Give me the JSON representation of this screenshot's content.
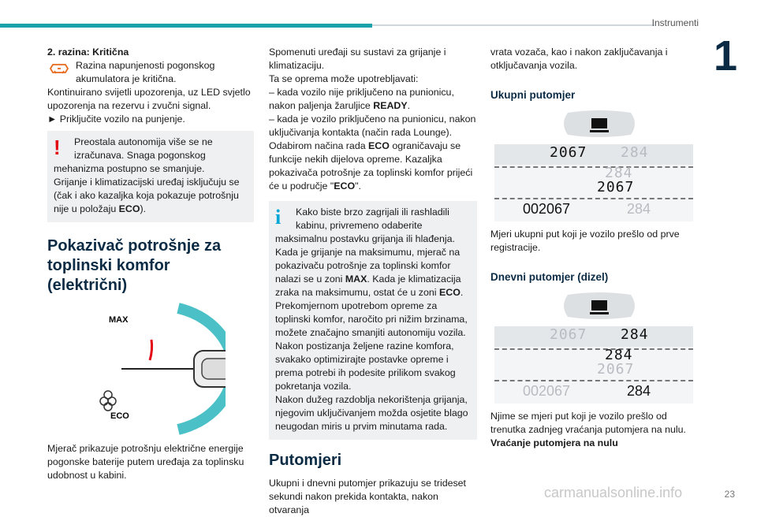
{
  "header": {
    "section_title": "Instrumenti",
    "chapter_number": "1",
    "page_number": "23"
  },
  "col1": {
    "level_title": "2. razina: Kritična",
    "level_desc": "Razina napunjenosti pogonskog akumulatora je kritična.",
    "level_text": "Kontinuirano svijetli upozorenja, uz LED svjetlo upozorenja na rezervu i zvučni signal.",
    "action": "► Priključite vozilo na punjenje.",
    "warn_mark": "!",
    "warn_lead": "Preostala autonomija više se ne izračunava. Snaga pogonskog",
    "warn_rest": "mehanizma postupno se smanjuje.",
    "warn_rest2_pre": "Grijanje i klimatizacijski uređaj isključuju se (čak i ako kazaljka koja pokazuje potrošnju nije u položaju ",
    "warn_rest2_bold": "ECO",
    "warn_rest2_post": ").",
    "section_heading": "Pokazivač potrošnje za toplinski komfor (električni)",
    "gauge_max": "MAX",
    "gauge_eco": "ECO",
    "caption": "Mjerač prikazuje potrošnju električne energije pogonske baterije putem uređaja za toplinsku udobnost u kabini."
  },
  "col2": {
    "intro": "Spomenuti uređaji su sustavi za grijanje i klimatizaciju.",
    "used_when": "Ta se oprema može upotrebljavati:",
    "bullet1_pre": "– kada vozilo nije priključeno na punionicu, nakon paljenja žaruljice ",
    "bullet1_bold": "READY",
    "bullet1_post": ".",
    "bullet2": "– kada je vozilo priključeno na punionicu, nakon uključivanja kontakta (način rada Lounge).",
    "eco_pre": "Odabirom načina rada ",
    "eco_bold": "ECO",
    "eco_mid": " ograničavaju se funkcije nekih dijelova opreme. Kazaljka pokazivača potrošnje za toplinski komfor prijeći će u područje \"",
    "eco_bold2": "ECO",
    "eco_post": "\".",
    "info_mark": "i",
    "info_lead": "Kako biste brzo zagrijali ili rashladili kabinu, privremeno odaberite",
    "info_a": "maksimalnu postavku grijanja ili hlađenja.",
    "info_b": "Kada je grijanje na maksimumu, mjerač na pokazivaču potrošnje za toplinski komfor nalazi se u zoni ",
    "info_b_bold": "MAX",
    "info_b2": ". Kada je klimatizacija zraka na maksimumu, ostat će u zoni ",
    "info_b_bold2": "ECO",
    "info_b3": ".",
    "info_c": "Prekomjernom upotrebom opreme za toplinski komfor, naročito pri nižim brzinama, možete značajno smanjiti autonomiju vozila.",
    "info_d": "Nakon postizanja željene razine komfora, svakako optimizirajte postavke opreme i prema potrebi ih podesite prilikom svakog pokretanja vozila.",
    "info_e": "Nakon dužeg razdoblja nekorištenja grijanja, njegovim uključivanjem možda osjetite blago neugodan miris u prvim minutama rada.",
    "heading": "Putomjeri",
    "trip_text": "Ukupni i dnevni putomjer prikazuju se trideset sekundi nakon prekida kontakta, nakon otvaranja"
  },
  "col3": {
    "cont_text": "vrata vozača, kao i nakon zaključavanja i otključavanja vozila.",
    "total_heading": "Ukupni putomjer",
    "total_a": "2067",
    "total_b": "284",
    "total_c": "284",
    "total_d": "2067",
    "total_big": "002067",
    "total_small": "284",
    "total_text": "Mjeri ukupni put koji je vozilo prešlo od prve registracije.",
    "trip_heading": "Dnevni putomjer (dizel)",
    "trip_a": "2067",
    "trip_b": "284",
    "trip_c": "284",
    "trip_d": "2067",
    "trip_big": "002067",
    "trip_small": "284",
    "trip_text": "Njime se mjeri put koji je vozilo prešlo od trenutka zadnjeg vraćanja putomjera na nulu.",
    "reset_heading": "Vraćanje putomjera na nulu"
  },
  "watermark": "carmanualsonline.info",
  "colors": {
    "accent": "#1ba2a8",
    "heading": "#0b2b45",
    "warning": "#e30613",
    "info": "#00a6d6"
  },
  "icons": [
    "battery-warning-icon",
    "warning-icon",
    "info-icon",
    "button-icon"
  ]
}
